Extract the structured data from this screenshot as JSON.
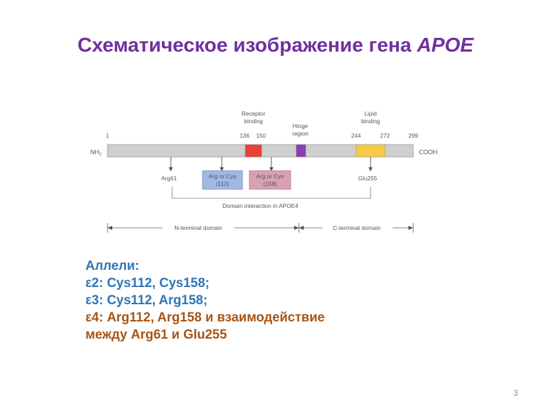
{
  "slide": {
    "title": "Схематическое изображение гена",
    "title_gene": "APOE",
    "page_number": "3"
  },
  "diagram": {
    "nh2": "NH",
    "nh2_sub": "2",
    "cooh": "COOH",
    "positions": {
      "p1": "1",
      "p136": "136",
      "p150": "150",
      "p244": "244",
      "p272": "272",
      "p299": "299"
    },
    "regions": {
      "receptor_line1": "Receptor",
      "receptor_line2": "binding",
      "hinge_line1": "Hinge",
      "hinge_line2": "region",
      "lipid_line1": "Lipid",
      "lipid_line2": "binding"
    },
    "residues": {
      "arg61": "Arg61",
      "res112_line1": "Arg or Cys",
      "res112_line2": "(112)",
      "res158_line1": "Arg or Cys",
      "res158_line2": "(158)",
      "glu255": "Glu255"
    },
    "domain_interaction": "Domain interaction in APOE4",
    "n_terminal": "N-terminal domain",
    "c_terminal": "C-terminal domain",
    "colors": {
      "bar": "#cfcfcf",
      "receptor": "#e8403a",
      "hinge": "#8a3fb0",
      "lipid": "#f7c948",
      "box112": "#9fb8e6",
      "box158": "#d9a0b2"
    }
  },
  "alleles": {
    "heading": "Аллели:",
    "e2": "ε2: Cys112, Cys158;",
    "e3": "ε3: Cys112, Arg158;",
    "e4_line1": "ε4: Arg112, Arg158 и взаимодействие",
    "e4_line2": "между Arg61 и Glu255"
  }
}
